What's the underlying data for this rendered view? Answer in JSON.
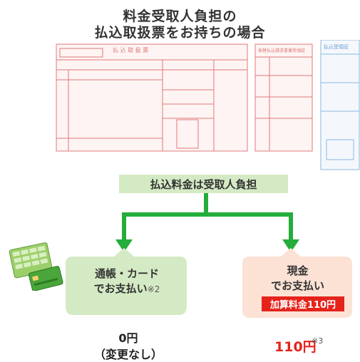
{
  "title": {
    "line1": "料金受取人負担の",
    "line2": "払込取扱票をお持ちの場合"
  },
  "form_slip": {
    "header_left": "払 込 取 扱 票",
    "header_mid": "振替払込請求書兼受領証",
    "header_right": "払込受領証"
  },
  "split_label": "払込料金は受取人負担",
  "left_branch": {
    "line1": "通帳・カード",
    "line2": "でお支払い",
    "note": "※2",
    "amount": "0円",
    "amount_sub": "（変更なし）"
  },
  "right_branch": {
    "line1": "現金",
    "line2": "でお支払い",
    "badge": "加算料金110円",
    "amount": "110円",
    "note": "※3"
  },
  "colors": {
    "green_arrow": "#24ad3a",
    "green_bubble": "#d4eac4",
    "pink_bubble": "#fbe2d5",
    "red": "#e5231b",
    "form_red": "#e07a78"
  },
  "icons": {
    "card_illustration": "passbook-and-card-icon"
  }
}
